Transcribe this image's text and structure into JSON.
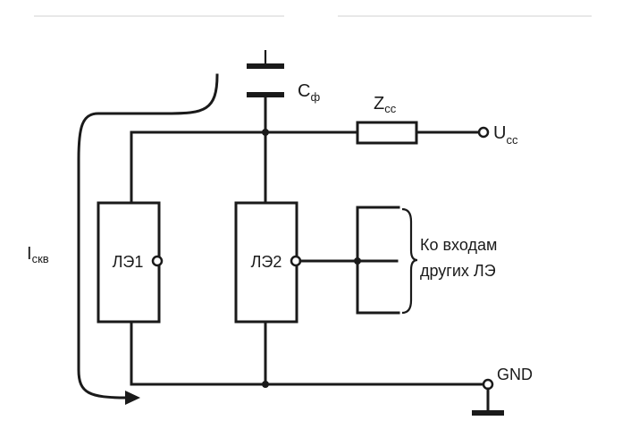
{
  "diagram": {
    "capacitor": {
      "label": "C",
      "subscript": "ф"
    },
    "impedance": {
      "label": "Z",
      "subscript": "cc"
    },
    "supply": {
      "label": "U",
      "subscript": "cc"
    },
    "ground": {
      "label": "GND"
    },
    "element_1": {
      "label": "ЛЭ1"
    },
    "element_2": {
      "label": "ЛЭ2"
    },
    "current": {
      "label": "I",
      "subscript": "скв"
    },
    "fanout_note": {
      "line1": "Ко входам",
      "line2": "других ЛЭ"
    }
  }
}
